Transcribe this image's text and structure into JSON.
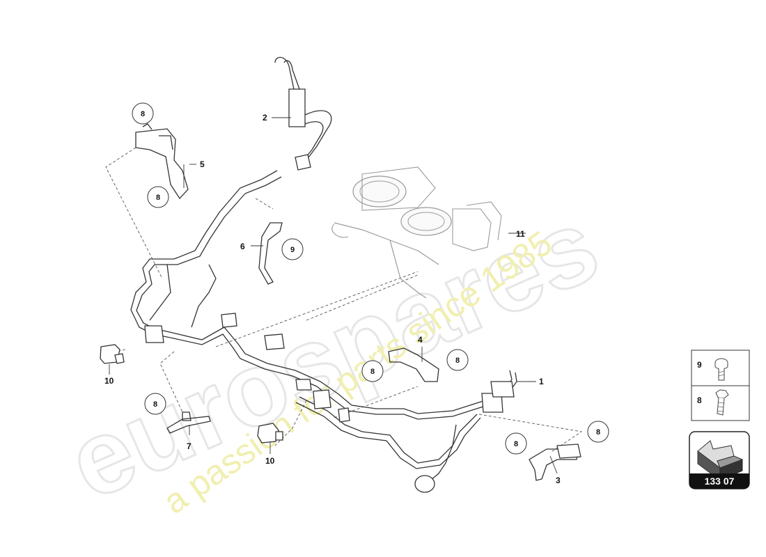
{
  "watermark": {
    "brand": "eurospares",
    "tagline": "a passion for parts since 1985"
  },
  "callouts": [
    {
      "id": "c1",
      "label": "1"
    },
    {
      "id": "c2",
      "label": "2"
    },
    {
      "id": "c3",
      "label": "3"
    },
    {
      "id": "c4",
      "label": "4"
    },
    {
      "id": "c5",
      "label": "5"
    },
    {
      "id": "c6",
      "label": "6"
    },
    {
      "id": "c7",
      "label": "7"
    },
    {
      "id": "c10a",
      "label": "10"
    },
    {
      "id": "c10b",
      "label": "10"
    },
    {
      "id": "c11",
      "label": "11"
    }
  ],
  "bubbles": [
    {
      "id": "b8a",
      "label": "8"
    },
    {
      "id": "b8b",
      "label": "8"
    },
    {
      "id": "b9",
      "label": "9"
    },
    {
      "id": "b8c",
      "label": "8"
    },
    {
      "id": "b8d",
      "label": "8"
    },
    {
      "id": "b8e",
      "label": "8"
    },
    {
      "id": "b8f",
      "label": "8"
    },
    {
      "id": "b8g",
      "label": "8"
    }
  ],
  "legend": {
    "rows": [
      {
        "label": "9",
        "icon": "torx-bolt-icon"
      },
      {
        "label": "8",
        "icon": "hex-bolt-icon"
      }
    ]
  },
  "reference": {
    "code": "133 07",
    "icon": "direction-arrow-icon"
  }
}
